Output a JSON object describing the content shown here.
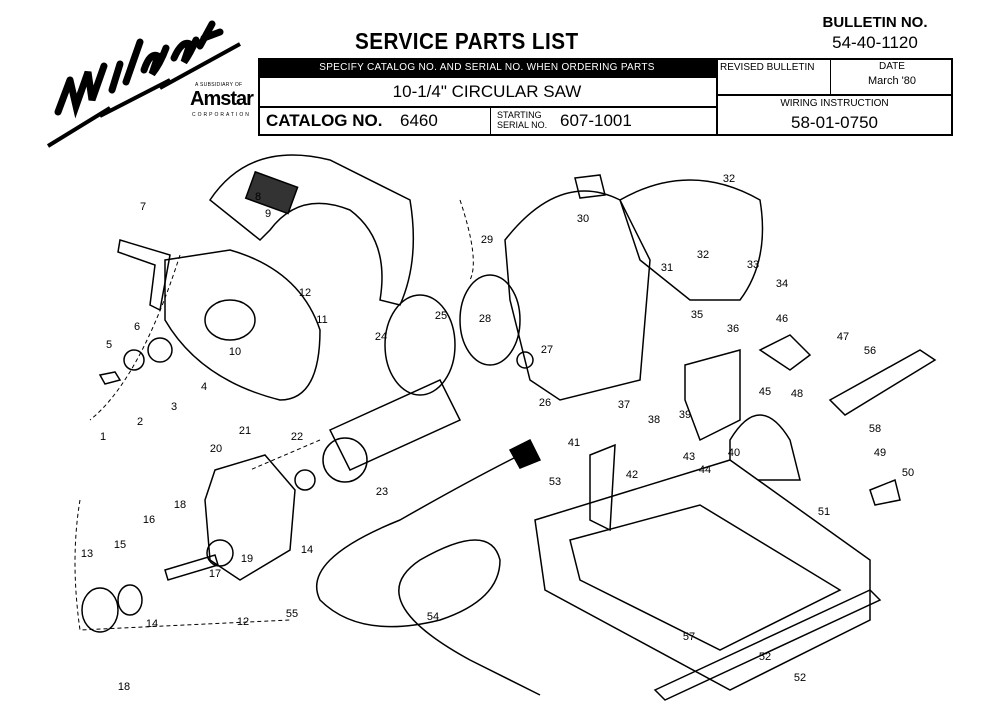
{
  "logo": {
    "brand": "Milwaukee",
    "subsidiary": "A SUBSIDIARY OF",
    "parent": "Amstar",
    "corporation": "CORPORATION"
  },
  "header": {
    "title": "SERVICE PARTS LIST",
    "bulletin_label": "BULLETIN NO.",
    "bulletin_no": "54-40-1120",
    "ordering_note": "SPECIFY CATALOG NO. AND SERIAL NO. WHEN ORDERING PARTS",
    "product": "10-1/4\" CIRCULAR SAW",
    "catalog_label": "CATALOG NO.",
    "catalog_no": "6460",
    "serial_label_1": "STARTING",
    "serial_label_2": "SERIAL NO.",
    "serial_no": "607-1001",
    "revised_label": "REVISED BULLETIN",
    "date_label": "DATE",
    "date": "March '80",
    "wiring_label": "WIRING INSTRUCTION",
    "wiring_no": "58-01-0750"
  },
  "diagram": {
    "part_numbers": [
      "1",
      "2",
      "3",
      "4",
      "5",
      "6",
      "7",
      "8",
      "9",
      "10",
      "11",
      "12",
      "12",
      "13",
      "14",
      "14",
      "15",
      "16",
      "17",
      "18",
      "18",
      "19",
      "20",
      "21",
      "22",
      "23",
      "24",
      "25",
      "26",
      "27",
      "28",
      "29",
      "30",
      "31",
      "32",
      "32",
      "33",
      "34",
      "35",
      "36",
      "37",
      "38",
      "39",
      "40",
      "41",
      "42",
      "43",
      "44",
      "45",
      "46",
      "47",
      "48",
      "49",
      "50",
      "51",
      "52",
      "52",
      "53",
      "54",
      "55",
      "56",
      "57",
      "58"
    ]
  }
}
